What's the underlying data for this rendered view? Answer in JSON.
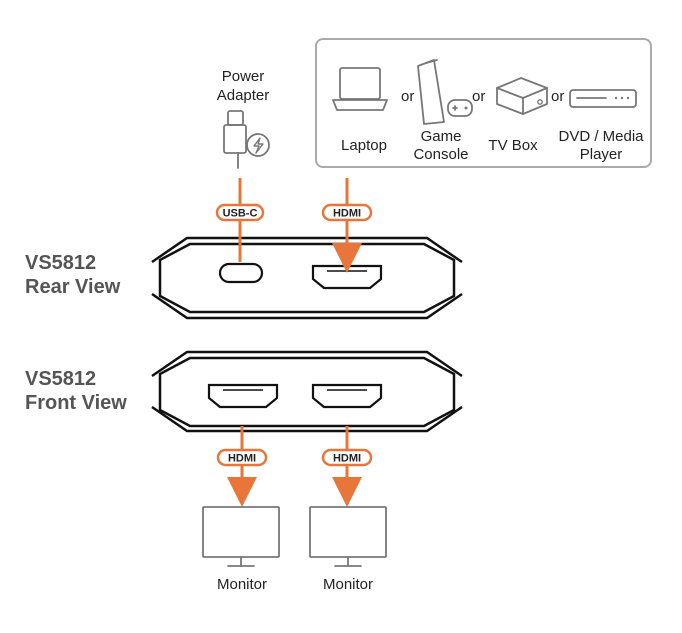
{
  "colors": {
    "accent": "#e8763a",
    "device_outline": "#111111",
    "icon_gray": "#777777",
    "title_gray": "#555555"
  },
  "power": {
    "label_line1": "Power",
    "label_line2": "Adapter",
    "icon": "usb-c-power-adapter-icon"
  },
  "sources": {
    "or_label": "or",
    "items": [
      {
        "label_line1": "Laptop",
        "label_line2": "",
        "icon": "laptop-icon"
      },
      {
        "label_line1": "Game",
        "label_line2": "Console",
        "icon": "game-console-icon"
      },
      {
        "label_line1": "TV Box",
        "label_line2": "",
        "icon": "tv-box-icon"
      },
      {
        "label_line1": "DVD / Media",
        "label_line2": "Player",
        "icon": "media-player-icon"
      }
    ]
  },
  "rear": {
    "title_line1": "VS5812",
    "title_line2": "Rear View",
    "usb_badge": "USB-C",
    "hdmi_badge": "HDMI"
  },
  "front": {
    "title_line1": "VS5812",
    "title_line2": "Front View",
    "hdmi_badge_1": "HDMI",
    "hdmi_badge_2": "HDMI"
  },
  "monitors": [
    {
      "label": "Monitor",
      "icon": "monitor-icon"
    },
    {
      "label": "Monitor",
      "icon": "monitor-icon"
    }
  ]
}
